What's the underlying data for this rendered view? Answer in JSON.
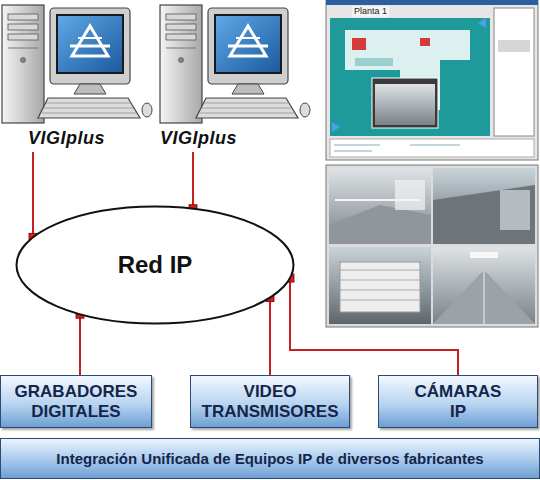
{
  "diagram": {
    "nodes": [
      {
        "text": [
          "VIGIplus"
        ]
      },
      {
        "text": [
          "VIGIplus"
        ]
      },
      {
        "text": [
          "Red IP"
        ]
      },
      {
        "text": [
          "GRABADORES DIGITALES"
        ]
      },
      {
        "text": [
          "VIDEO TRANSMISORES"
        ]
      },
      {
        "text": [
          "CÁMARAS IP"
        ]
      },
      {
        "text": [
          "Integración Unificada de Equipos IP de diversos fabricantes"
        ]
      }
    ],
    "edges": [
      {
        "from": 0,
        "to": 2,
        "arrow": "none"
      },
      {
        "from": 1,
        "to": 2,
        "arrow": "none"
      },
      {
        "from": 2,
        "to": 3,
        "arrow": "none"
      },
      {
        "from": 2,
        "to": 4,
        "arrow": "none"
      },
      {
        "from": 2,
        "to": 5,
        "arrow": "none"
      }
    ],
    "labels": [
      "Planta 1"
    ]
  }
}
